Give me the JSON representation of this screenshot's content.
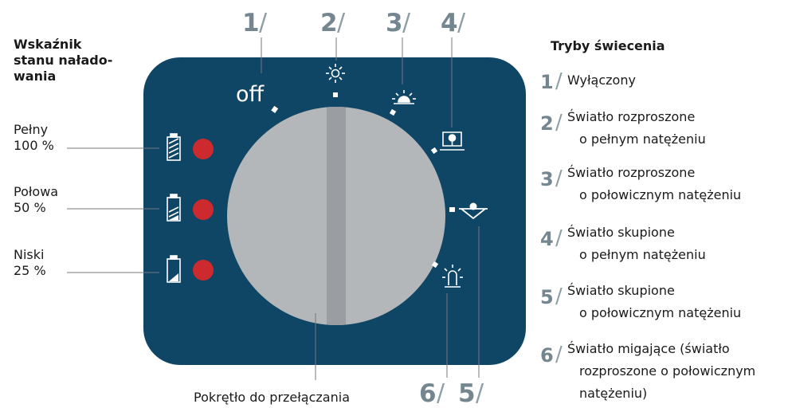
{
  "battery_indicator": {
    "title_lines": [
      "Wskaźnik",
      "stanu nałado-",
      "wania"
    ],
    "levels": [
      {
        "name": "Pełny",
        "value": "100 %"
      },
      {
        "name": "Połowa",
        "value": "50 %"
      },
      {
        "name": "Niski",
        "value": "25 %"
      }
    ],
    "led_color": "#cc2a2f"
  },
  "dial": {
    "off_label": "off",
    "knob_label": "Pokrętło do przełączania",
    "panel_color": "#0f4665",
    "knob_color": "#b4b7ba",
    "knob_stripe_color": "#9a9ea2",
    "positions": [
      "1",
      "2",
      "3",
      "4",
      "5",
      "6"
    ]
  },
  "modes": {
    "title": "Tryby świecenia",
    "items": [
      {
        "num": "1",
        "lines": [
          "Wyłączony"
        ]
      },
      {
        "num": "2",
        "lines": [
          "Światło rozproszone",
          "o pełnym natężeniu"
        ]
      },
      {
        "num": "3",
        "lines": [
          "Światło rozproszone",
          "o połowicznym natężeniu"
        ]
      },
      {
        "num": "4",
        "lines": [
          "Światło skupione",
          "o pełnym natężeniu"
        ]
      },
      {
        "num": "5",
        "lines": [
          "Światło skupione",
          "o połowicznym natężeniu"
        ]
      },
      {
        "num": "6",
        "lines": [
          "Światło migające (światło",
          "rozproszone o połowicznym",
          "natężeniu)"
        ]
      }
    ]
  }
}
